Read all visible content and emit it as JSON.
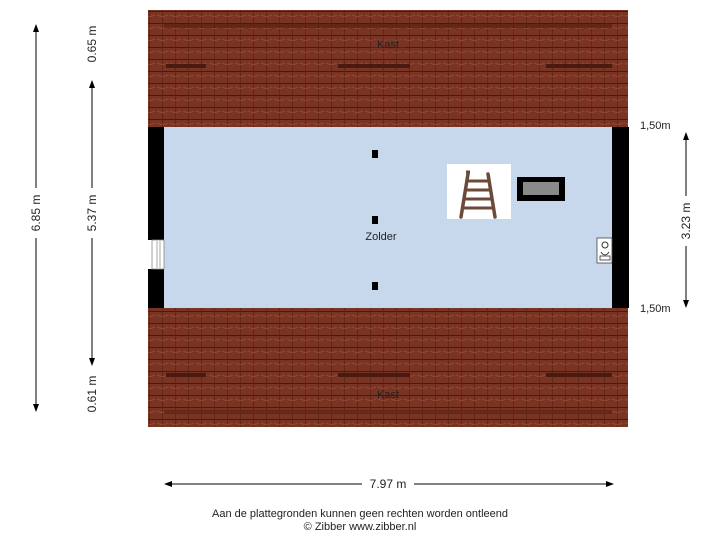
{
  "rooms": {
    "top_storage": "Kast",
    "attic": "Zolder",
    "bottom_storage": "Kast"
  },
  "dimensions": {
    "left_total": "6.85 m",
    "left_top": "0.65 m",
    "left_middle": "5.37 m",
    "left_bottom": "0.61 m",
    "right_upper": "1,50m",
    "right_height": "3.23 m",
    "right_lower": "1,50m",
    "bottom_width": "7.97 m"
  },
  "footer": {
    "disclaimer": "Aan de plattegronden kunnen geen rechten worden ontleend",
    "copyright": "© Zibber www.zibber.nl"
  },
  "colors": {
    "floor": "#c8d8ec",
    "roof": "#7a3424",
    "wall": "#000000"
  },
  "icons": {
    "ladder": "ladder-icon",
    "roof_window": "roof-window-icon",
    "fixture": "wall-fixture-icon"
  }
}
